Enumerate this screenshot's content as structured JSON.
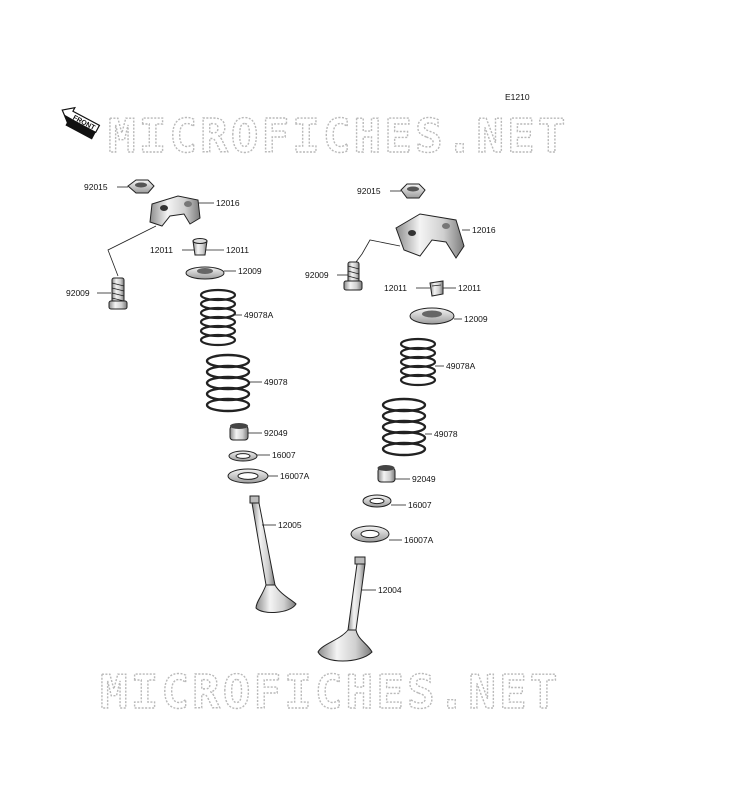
{
  "diagram": {
    "figure_code": "E1210",
    "front_label": "FRONT",
    "watermark_top": "MICROFICHES.NET",
    "watermark_bottom": "MICROFICHES.NET",
    "colors": {
      "part_fill": "#e9e9e9",
      "part_dark": "#9a9a9a",
      "watermark_stroke": "#b9b9b9",
      "ink": "#222222"
    },
    "left_callouts": [
      {
        "id": "l_92015",
        "text": "92015"
      },
      {
        "id": "l_12016",
        "text": "12016"
      },
      {
        "id": "l_12011a",
        "text": "12011"
      },
      {
        "id": "l_12011b",
        "text": "12011"
      },
      {
        "id": "l_12009",
        "text": "12009"
      },
      {
        "id": "l_92009",
        "text": "92009"
      },
      {
        "id": "l_49078A",
        "text": "49078A"
      },
      {
        "id": "l_49078",
        "text": "49078"
      },
      {
        "id": "l_92049",
        "text": "92049"
      },
      {
        "id": "l_16007",
        "text": "16007"
      },
      {
        "id": "l_16007A",
        "text": "16007A"
      },
      {
        "id": "l_12005",
        "text": "12005"
      }
    ],
    "right_callouts": [
      {
        "id": "r_92015",
        "text": "92015"
      },
      {
        "id": "r_12016",
        "text": "12016"
      },
      {
        "id": "r_92009",
        "text": "92009"
      },
      {
        "id": "r_12011a",
        "text": "12011"
      },
      {
        "id": "r_12011b",
        "text": "12011"
      },
      {
        "id": "r_12009",
        "text": "12009"
      },
      {
        "id": "r_49078A",
        "text": "49078A"
      },
      {
        "id": "r_49078",
        "text": "49078"
      },
      {
        "id": "r_92049",
        "text": "92049"
      },
      {
        "id": "r_16007",
        "text": "16007"
      },
      {
        "id": "r_16007A",
        "text": "16007A"
      },
      {
        "id": "r_12004",
        "text": "12004"
      }
    ]
  }
}
